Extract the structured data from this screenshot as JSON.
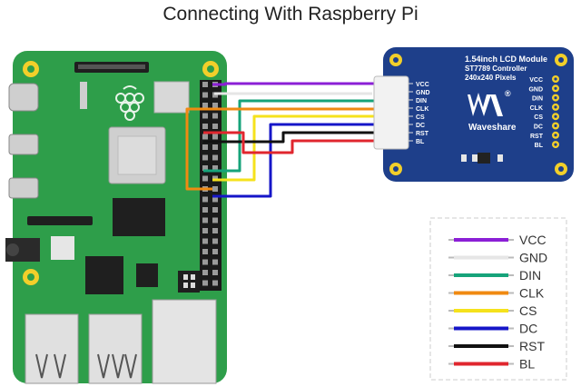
{
  "title": "Connecting With Raspberry Pi",
  "lcd_module": {
    "name": "1.54inch LCD Module",
    "controller": "ST7789 Controller",
    "resolution": "240x240 Pixels",
    "brand": "Waveshare",
    "registered_mark": "®",
    "pins_left": [
      "VCC",
      "GND",
      "DIN",
      "CLK",
      "CS",
      "DC",
      "RST",
      "BL"
    ],
    "pins_right": [
      "VCC",
      "GND",
      "DIN",
      "CLK",
      "CS",
      "DC",
      "RST",
      "BL"
    ]
  },
  "legend": [
    {
      "label": "VCC",
      "color": "#8b1fd6"
    },
    {
      "label": "GND",
      "color": "#e6e6e6"
    },
    {
      "label": "DIN",
      "color": "#16a37a"
    },
    {
      "label": "CLK",
      "color": "#f08a12"
    },
    {
      "label": "CS",
      "color": "#f5e21c"
    },
    {
      "label": "DC",
      "color": "#1515c8"
    },
    {
      "label": "RST",
      "color": "#111111"
    },
    {
      "label": "BL",
      "color": "#e0262e"
    }
  ],
  "colors": {
    "pcb": "#2e9e4a",
    "lcd_board": "#1e3f8a",
    "mount_hole": "#f2cf2a"
  }
}
